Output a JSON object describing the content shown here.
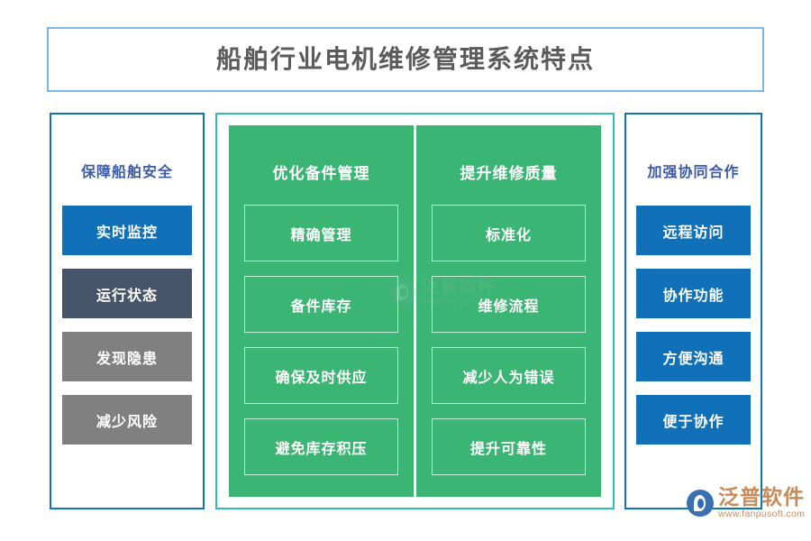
{
  "header": {
    "title": "船舶行业电机维修管理系统特点"
  },
  "columns": {
    "left": {
      "heading": "保障船舶安全",
      "items": [
        {
          "label": "实时监控",
          "color": "#1171b8"
        },
        {
          "label": "运行状态",
          "color": "#46546a"
        },
        {
          "label": "发现隐患",
          "color": "#808080"
        },
        {
          "label": "减少风险",
          "color": "#808080"
        }
      ]
    },
    "center": [
      {
        "heading": "优化备件管理",
        "color": "#3bb573",
        "items": [
          {
            "label": "精确管理"
          },
          {
            "label": "备件库存"
          },
          {
            "label": "确保及时供应"
          },
          {
            "label": "避免库存积压"
          }
        ]
      },
      {
        "heading": "提升维修质量",
        "color": "#3bb573",
        "items": [
          {
            "label": "标准化"
          },
          {
            "label": "维修流程"
          },
          {
            "label": "减少人为错误"
          },
          {
            "label": "提升可靠性"
          }
        ]
      }
    ],
    "right": {
      "heading": "加强协同合作",
      "items": [
        {
          "label": "远程访问",
          "color": "#1171b8"
        },
        {
          "label": "协作功能",
          "color": "#1171b8"
        },
        {
          "label": "方便沟通",
          "color": "#1171b8"
        },
        {
          "label": "便于协作",
          "color": "#1171b8"
        }
      ]
    }
  },
  "watermark": {
    "brand": "泛普软件",
    "url": "www.fanpusoft.com"
  },
  "palette": {
    "title_border": "#7bb6e8",
    "title_text": "#5b5b5b",
    "panel_blue_border": "#0e74b8",
    "panel_teal_border": "#30bbb6",
    "heading_blue": "#3b5aa8",
    "green": "#3bb573",
    "blue": "#1171b8",
    "slate": "#46546a",
    "grey": "#808080"
  }
}
